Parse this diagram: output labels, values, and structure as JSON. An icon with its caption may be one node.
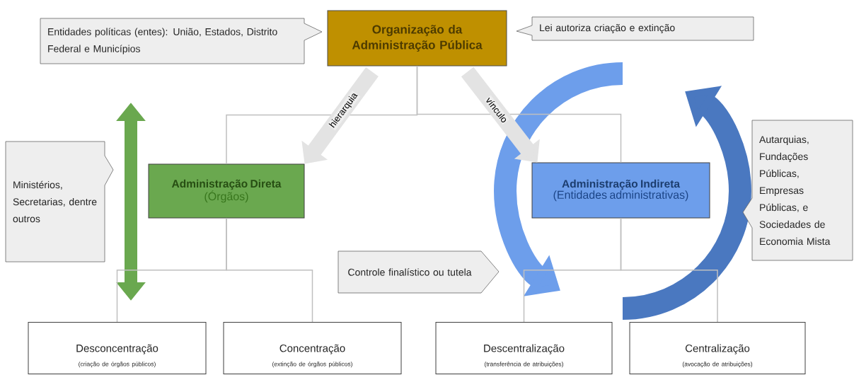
{
  "diagram": {
    "nodes": [
      {
        "text": [
          "Organização da Administração Pública"
        ]
      },
      {
        "text": [
          "Entidades políticas (entes): União, Estados, Distrito Federal e Municípios"
        ]
      },
      {
        "text": [
          "Lei autoriza criação e extinção"
        ]
      },
      {
        "text": [
          "Administração Direta",
          "(Órgãos)"
        ]
      },
      {
        "text": [
          "Administração Indireta",
          "(Entidades administrativas)"
        ]
      },
      {
        "text": [
          "Ministérios, Secretarias, dentre outros"
        ]
      },
      {
        "text": [
          "Autarquias, Fundações Públicas, Empresas Públicas, e Sociedades de Economia Mista"
        ]
      },
      {
        "text": [
          "Controle finalístico ou tutela"
        ]
      },
      {
        "text": [
          "Desconcentração",
          "(criação de órgãos públicos)"
        ]
      },
      {
        "text": [
          "Concentração",
          "(extinção de órgãos públicos)"
        ]
      },
      {
        "text": [
          "Descentralização",
          "(transferência de atribuições)"
        ]
      },
      {
        "text": [
          "Centralização",
          "(avocação de atribuições)"
        ]
      }
    ],
    "edges": [
      {
        "from": 0,
        "to": 3,
        "arrow": "none"
      },
      {
        "from": 0,
        "to": 4,
        "arrow": "none"
      },
      {
        "from": 3,
        "to": 8,
        "arrow": "none"
      },
      {
        "from": 3,
        "to": 9,
        "arrow": "none"
      },
      {
        "from": 4,
        "to": 10,
        "arrow": "none"
      },
      {
        "from": 4,
        "to": 11,
        "arrow": "none"
      },
      {
        "from": 0,
        "to": 3,
        "arrow": "to",
        "label": "hierarquia",
        "style": "thick",
        "color": "#e3e3e3"
      },
      {
        "from": 0,
        "to": 4,
        "arrow": "to",
        "label": "vínculo",
        "style": "thick",
        "color": "#e3e3e3"
      }
    ]
  }
}
